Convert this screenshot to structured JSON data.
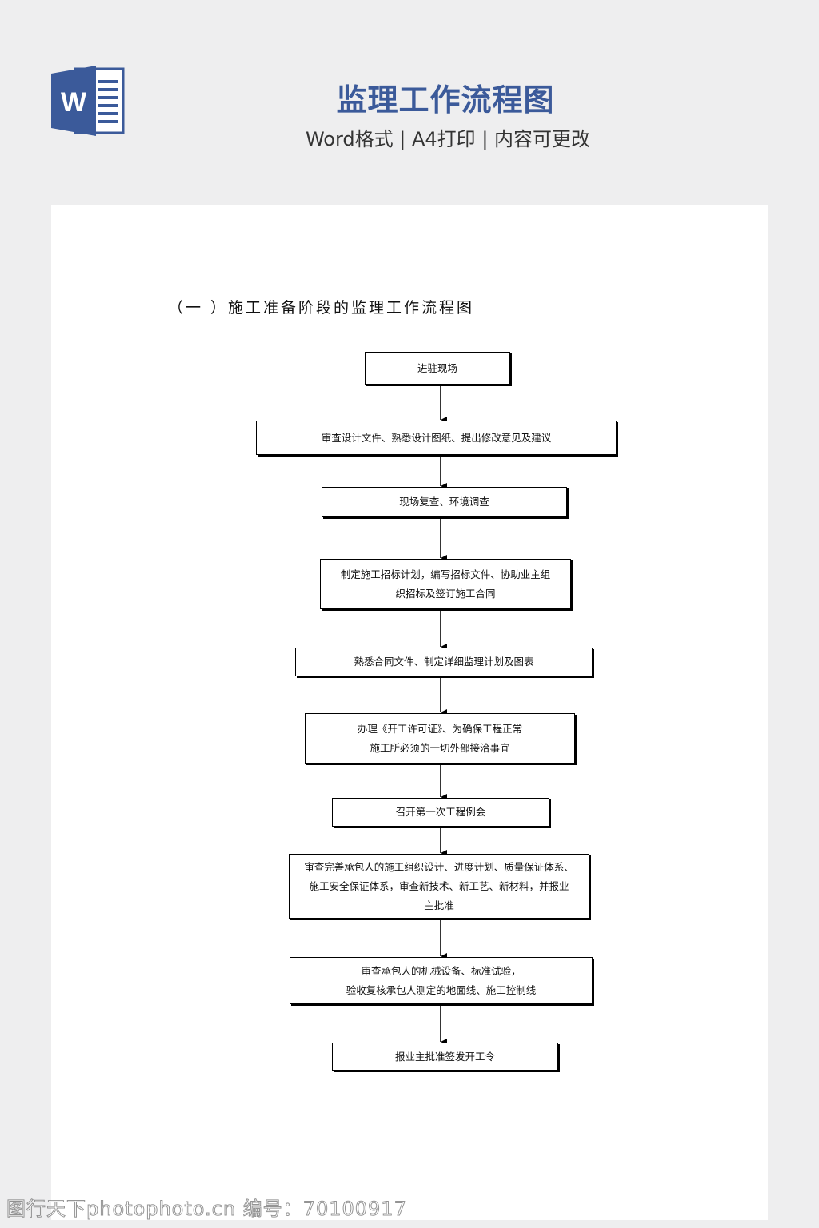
{
  "header": {
    "title": "监理工作流程图",
    "subtitle": "Word格式 | A4打印 | 内容可更改",
    "logo_icon": "word-document-icon",
    "logo_letter": "W",
    "accent_color": "#3b5a9a"
  },
  "document": {
    "section_heading": "（一 ）施工准备阶段的监理工作流程图",
    "steps": [
      {
        "lines": [
          "进驻现场"
        ]
      },
      {
        "lines": [
          "审查设计文件、熟悉设计图纸、提出修改意见及建议"
        ]
      },
      {
        "lines": [
          "现场复查、环境调查"
        ]
      },
      {
        "lines": [
          "制定施工招标计划，编写招标文件、协助业主组",
          "织招标及签订施工合同"
        ]
      },
      {
        "lines": [
          "熟悉合同文件、制定详细监理计划及图表"
        ]
      },
      {
        "lines": [
          "办理《开工许可证》、为确保工程正常",
          "施工所必须的一切外部接洽事宜"
        ]
      },
      {
        "lines": [
          "召开第一次工程例会"
        ]
      },
      {
        "lines": [
          "审查完善承包人的施工组织设计、进度计划、质量保证体系、",
          "施工安全保证体系，审查新技术、新工艺、新材料，并报业",
          "主批准"
        ]
      },
      {
        "lines": [
          "审查承包人的机械设备、标准试验，",
          "验收复核承包人测定的地面线、施工控制线"
        ]
      },
      {
        "lines": [
          "报业主批准签发开工令"
        ]
      }
    ]
  },
  "watermark": {
    "text": "图行天下photophoto.cn  编号：70100917"
  }
}
